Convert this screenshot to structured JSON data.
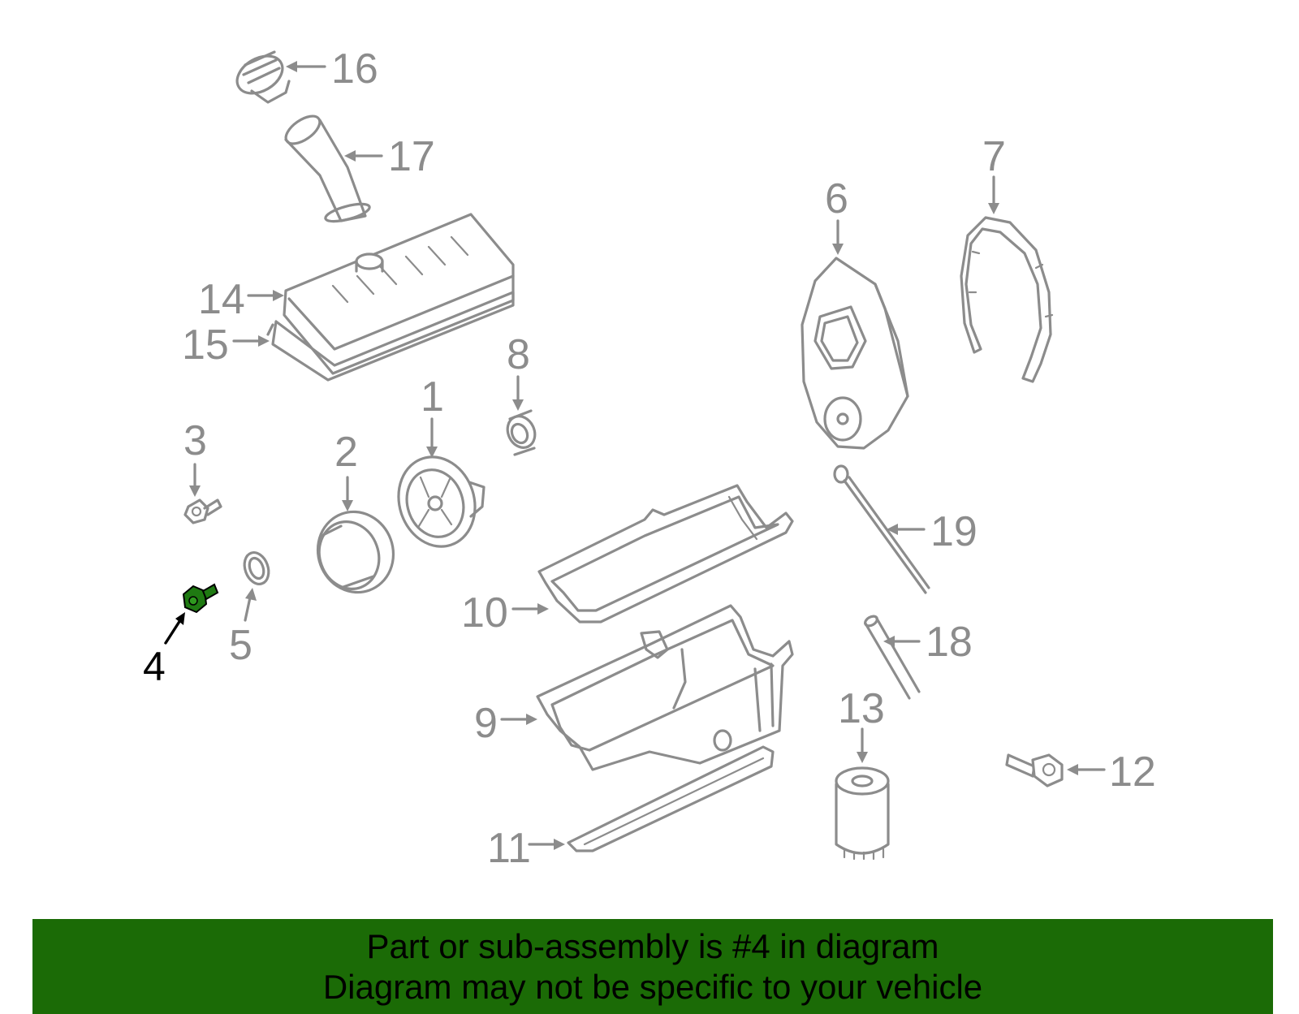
{
  "callouts": {
    "c1": "1",
    "c2": "2",
    "c3": "3",
    "c4": "4",
    "c5": "5",
    "c6": "6",
    "c7": "7",
    "c8": "8",
    "c9": "9",
    "c10": "10",
    "c11": "11",
    "c12": "12",
    "c13": "13",
    "c14": "14",
    "c15": "15",
    "c16": "16",
    "c17": "17",
    "c18": "18",
    "c19": "19"
  },
  "highlight": {
    "part_number": "4",
    "color": "#1f7a12"
  },
  "banner": {
    "line1": "Part or sub-assembly is #4 in diagram",
    "line2": "Diagram may not be specific to your vehicle",
    "background": "#1b6b06"
  },
  "colors": {
    "part_line": "#8c8c8c",
    "highlight_part": "#1f7a12",
    "highlight_label": "#000000"
  }
}
